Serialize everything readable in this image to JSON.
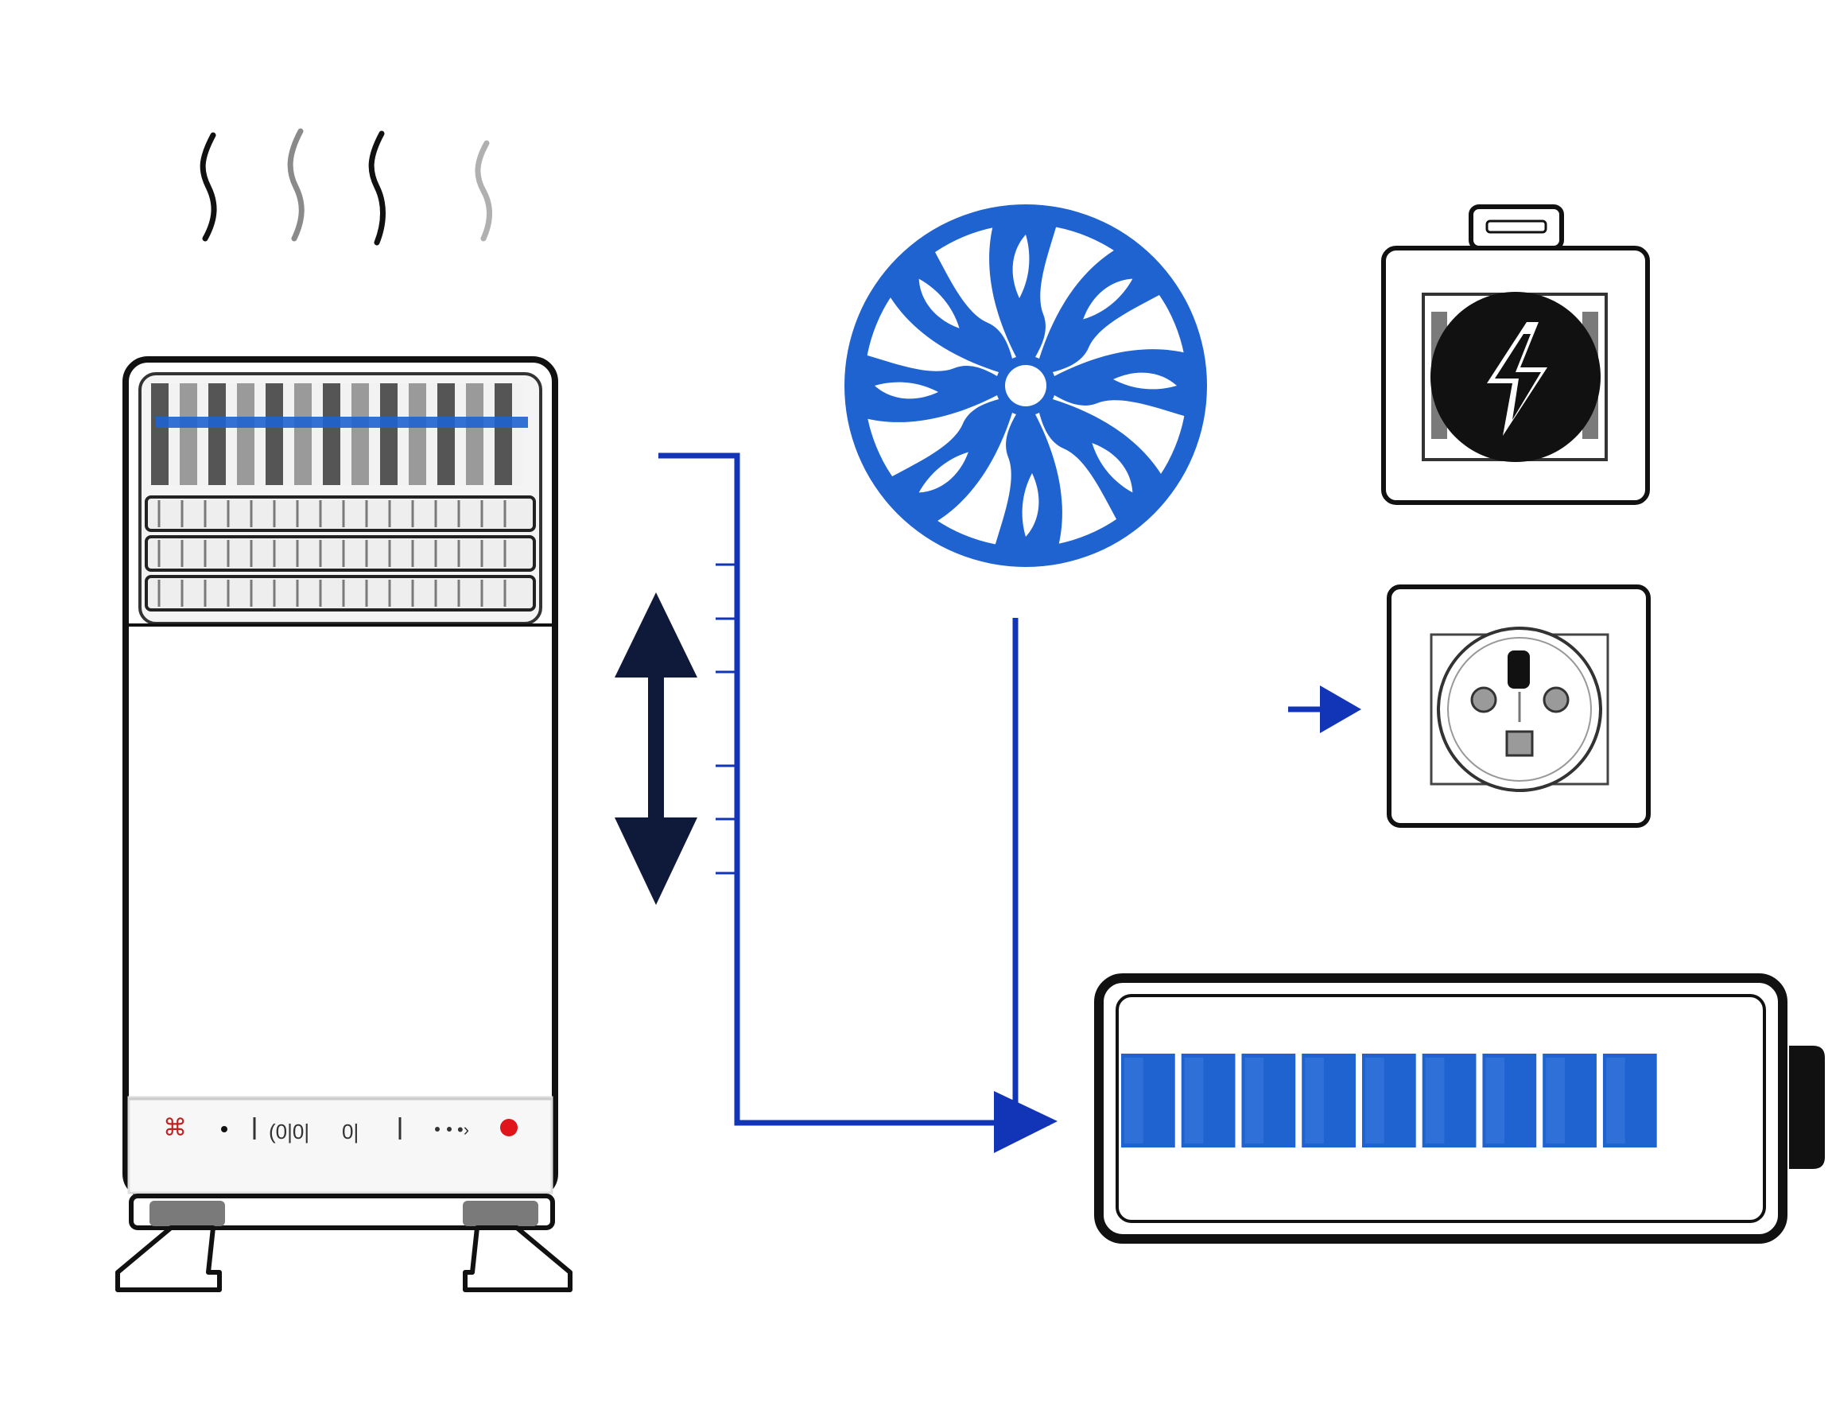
{
  "diagram": {
    "palette": {
      "blue": "#1f63d1",
      "dark_blue": "#1235b8",
      "navy": "#0f1a3b",
      "black": "#111111",
      "gray": "#7a7a7a",
      "light_gray": "#d9d9d9",
      "red": "#e0141b",
      "white": "#ffffff"
    },
    "heater": {
      "icon": "space-heater-icon",
      "control_indicator_color": "#e0141b",
      "heat_wave_count": 4
    },
    "size_arrow": {
      "icon": "double-headed-vertical-arrow-icon",
      "tick_count": 6
    },
    "fan": {
      "icon": "fan-icon",
      "blade_count": 8
    },
    "power_supply": {
      "icon": "battery-lightning-icon"
    },
    "wall_socket": {
      "icon": "wall-socket-icon"
    },
    "socket_arrow": {
      "icon": "arrow-right-icon"
    },
    "battery": {
      "icon": "battery-icon",
      "charge_segments": 9,
      "charge_level": 0.84
    },
    "connectors": [
      {
        "from": "heater",
        "to": "battery"
      },
      {
        "from": "fan",
        "to": "battery"
      }
    ]
  }
}
